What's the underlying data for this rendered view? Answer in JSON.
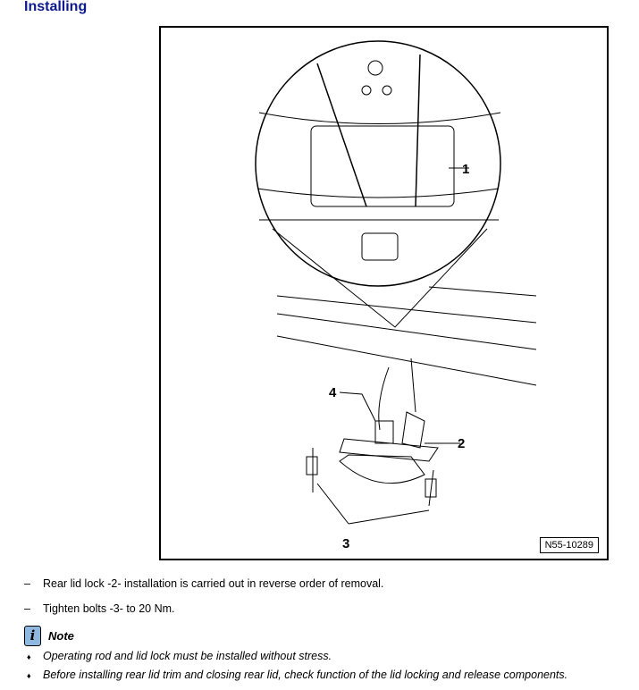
{
  "heading": "Installing",
  "figure": {
    "code": "N55-10289",
    "callouts": [
      "1",
      "2",
      "3",
      "4"
    ]
  },
  "steps": [
    {
      "marker": "–",
      "text": "Rear lid lock -2- installation is carried out in reverse order of removal."
    },
    {
      "marker": "–",
      "text": "Tighten bolts -3- to 20 Nm."
    }
  ],
  "note": {
    "icon": "info-icon",
    "title": "Note",
    "items": [
      {
        "marker": "♦",
        "text": "Operating rod and lid lock must be installed without stress."
      },
      {
        "marker": "♦",
        "text": "Before installing rear lid trim and closing rear lid, check function of the lid locking and release components."
      }
    ]
  }
}
